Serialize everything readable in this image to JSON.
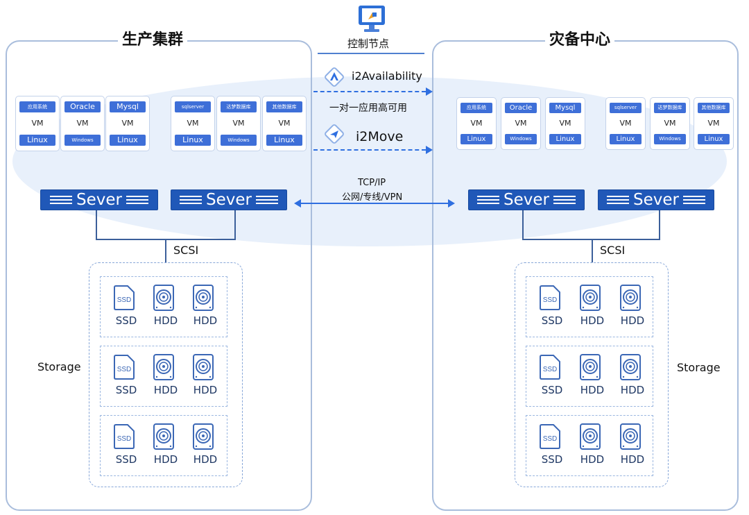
{
  "control_node": {
    "label": "控制节点"
  },
  "left": {
    "title": "生产集群",
    "vms": [
      {
        "top": "应用系统",
        "mid": "VM",
        "bottom": "Linux"
      },
      {
        "top": "Oracle",
        "mid": "VM",
        "bottom": "Windows"
      },
      {
        "top": "Mysql",
        "mid": "VM",
        "bottom": "Linux"
      },
      {
        "top": "sqlserver",
        "mid": "VM",
        "bottom": "Linux"
      },
      {
        "top": "达梦数据库",
        "mid": "VM",
        "bottom": "Windows"
      },
      {
        "top": "其他数据库",
        "mid": "VM",
        "bottom": "Linux"
      }
    ],
    "servers": [
      "Sever",
      "Sever"
    ],
    "scsi": "SCSI",
    "storage_label": "Storage",
    "disk_rows": [
      [
        "SSD",
        "HDD",
        "HDD"
      ],
      [
        "SSD",
        "HDD",
        "HDD"
      ],
      [
        "SSD",
        "HDD",
        "HDD"
      ]
    ]
  },
  "right": {
    "title": "灾备中心",
    "vms": [
      {
        "top": "应用系统",
        "mid": "VM",
        "bottom": "Linux"
      },
      {
        "top": "Oracle",
        "mid": "VM",
        "bottom": "Windows"
      },
      {
        "top": "Mysql",
        "mid": "VM",
        "bottom": "Linux"
      },
      {
        "top": "sqlserver",
        "mid": "VM",
        "bottom": "Linux"
      },
      {
        "top": "达梦数据库",
        "mid": "VM",
        "bottom": "Windows"
      },
      {
        "top": "其他数据库",
        "mid": "VM",
        "bottom": "Linux"
      }
    ],
    "servers": [
      "Sever",
      "Sever"
    ],
    "scsi": "SCSI",
    "storage_label": "Storage",
    "disk_rows": [
      [
        "SSD",
        "HDD",
        "HDD"
      ],
      [
        "SSD",
        "HDD",
        "HDD"
      ],
      [
        "SSD",
        "HDD",
        "HDD"
      ]
    ]
  },
  "middle": {
    "i2availability": "i2Availability",
    "ha_caption": "一对一应用高可用",
    "i2move": "i2Move",
    "network_line1": "TCP/IP",
    "network_line2": "公网/专线/VPN"
  },
  "colors": {
    "accent": "#2f6fe0",
    "server": "#2058b8",
    "border": "#a9bddc",
    "band": "#e8f0fb"
  },
  "icons": [
    "monitor-icon",
    "i2availability-icon",
    "i2move-icon",
    "ssd-icon",
    "hdd-icon"
  ]
}
